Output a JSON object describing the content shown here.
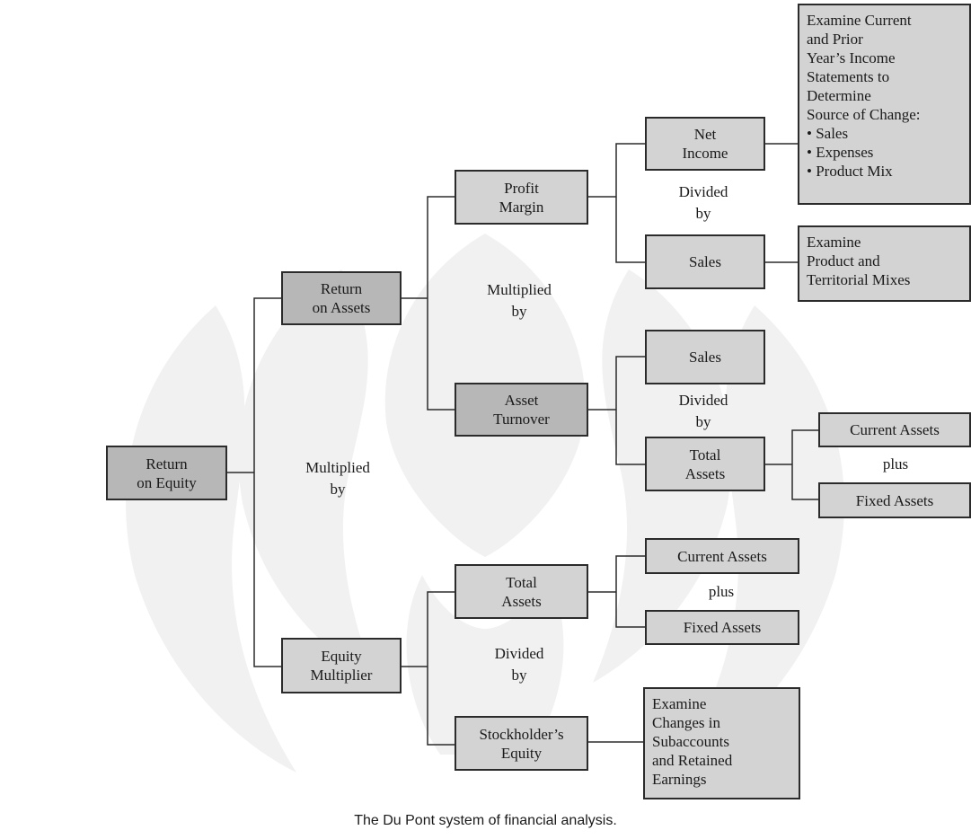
{
  "diagram": {
    "boxes": {
      "roe": "Return\non Equity",
      "roa": "Return\non Assets",
      "equity_multiplier": "Equity\nMultiplier",
      "profit_margin": "Profit\nMargin",
      "asset_turnover": "Asset\nTurnover",
      "net_income": "Net\nIncome",
      "sales_pm": "Sales",
      "sales_at": "Sales",
      "total_assets_at": "Total\nAssets",
      "current_assets_at": "Current Assets",
      "fixed_assets_at": "Fixed Assets",
      "total_assets_em": "Total\nAssets",
      "stockholders_equity": "Stockholder’s\nEquity",
      "current_assets_em": "Current Assets",
      "fixed_assets_em": "Fixed Assets"
    },
    "notes": {
      "income_statements": "Examine Current\nand Prior\nYear’s Income\nStatements to\nDetermine\nSource of Change:\n• Sales\n• Expenses\n• Product Mix",
      "product_mixes": "Examine\nProduct and\nTerritorial Mixes",
      "subaccounts": "Examine\nChanges in\nSubaccounts\nand Retained\nEarnings"
    },
    "operators": {
      "roe_multiplied": "Multiplied\nby",
      "roa_multiplied": "Multiplied\nby",
      "pm_divided": "Divided\nby",
      "at_divided": "Divided\nby",
      "ta_plus": "plus",
      "em_divided": "Divided\nby",
      "em_plus": "plus"
    },
    "caption": "The Du Pont system of financial analysis."
  },
  "colors": {
    "box_fill": "#d3d3d3",
    "box_fill_dark": "#b7b7b7",
    "line": "#2b2b2b",
    "watermark": "#f0f0f0"
  }
}
